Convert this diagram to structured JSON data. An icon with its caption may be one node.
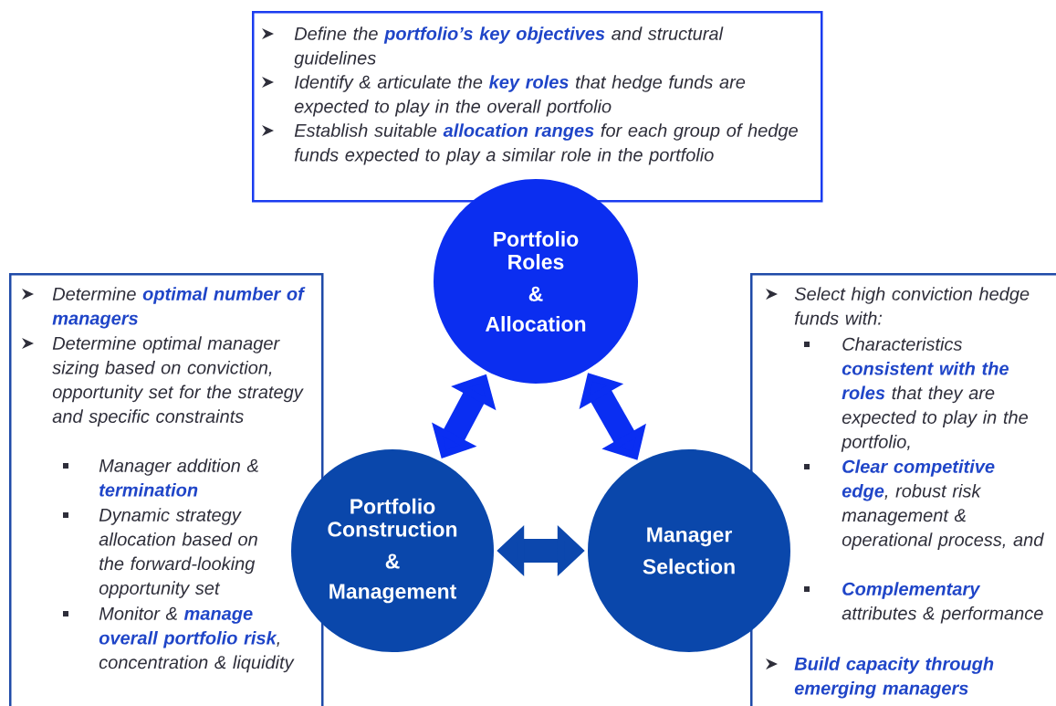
{
  "diagram": {
    "nodes": [
      {
        "text": [
          "Define the **portfolio’s key objectives** and structural guidelines",
          "Identify & articulate the **key roles** that hedge funds are expected to play in the overall portfolio",
          "Establish suitable **allocation ranges** for each group of hedge funds expected to play a similar role in the portfolio"
        ]
      },
      {
        "text": [
          "Portfolio Roles",
          "&",
          "Allocation"
        ]
      },
      {
        "text": [
          "Determine **optimal number of managers**",
          "Determine optimal manager sizing based on conviction, opportunity set for the strategy and specific constraints",
          "Manager addition & **termination**",
          "Dynamic strategy allocation based on the forward-looking opportunity set",
          "Monitor & **manage overall portfolio risk**, concentration & liquidity"
        ]
      },
      {
        "text": [
          "Portfolio Construction",
          "&",
          "Management"
        ]
      },
      {
        "text": [
          "Manager Selection"
        ]
      },
      {
        "text": [
          "Select high conviction hedge funds with:",
          "Characteristics **consistent with the roles** that they are expected to play in the portfolio,",
          "**Clear competitive edge**, robust risk management & operational process, and",
          "**Complementary** attributes & performance",
          "Build capacity through emerging managers"
        ]
      }
    ],
    "edges": [
      {
        "from": 3,
        "to": 1,
        "arrow": "both"
      },
      {
        "from": 4,
        "to": 1,
        "arrow": "both"
      },
      {
        "from": 3,
        "to": 4,
        "arrow": "both",
        "color": "#0c47ad"
      }
    ]
  }
}
